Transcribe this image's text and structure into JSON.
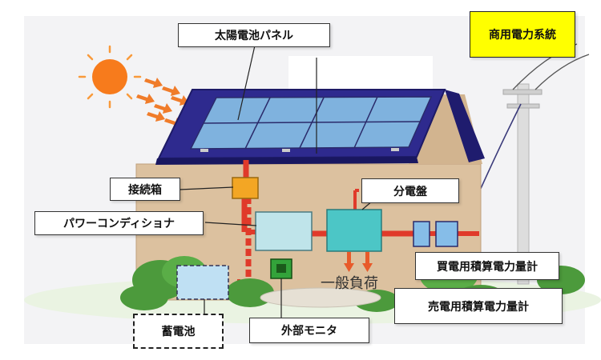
{
  "labels": {
    "solar_panel": "太陽電池パネル",
    "commercial_grid": "商用電力系統",
    "junction_box": "接続箱",
    "distribution_board": "分電盤",
    "power_conditioner": "パワーコンディショナ",
    "purchase_meter": "買電用積算電力量計",
    "sale_meter": "売電用積算電力量計",
    "general_load": "一般負荷",
    "storage_battery": "蓄電池",
    "external_monitor": "外部モニタ"
  },
  "colors": {
    "wall": "#dcc19f",
    "roof": "#2e2a8e",
    "panel": "#7fb2de",
    "wire": "#e03a2a",
    "junction_box": "#f3a624",
    "conditioner": "#bfe4ea",
    "distribution": "#4cc6c6",
    "meter": "#86bde8",
    "monitor": "#33a33a",
    "sun": "#f77b1c",
    "callout": "#ffff00",
    "grass": "#4c9a3c"
  }
}
